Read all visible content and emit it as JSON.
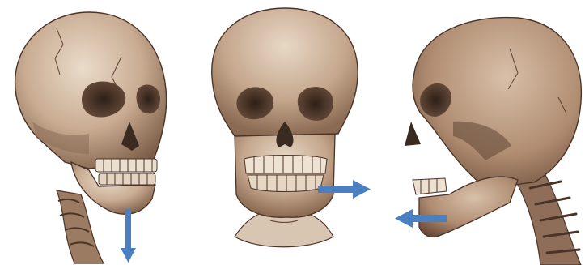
{
  "figure": {
    "panels": [
      {
        "name": "skull-three-quarter-view",
        "arrow_direction": "down"
      },
      {
        "name": "skull-front-view",
        "arrow_direction": "right"
      },
      {
        "name": "skull-side-view",
        "arrow_direction": "left"
      }
    ],
    "colors": {
      "background": "#ffffff",
      "bone_light": "#d9c3ad",
      "bone_mid": "#b89a80",
      "bone_dark": "#5e4535",
      "arrow": "#4a7fc1"
    },
    "icons": [
      "arrow-down-icon",
      "arrow-right-icon",
      "arrow-left-icon"
    ]
  }
}
